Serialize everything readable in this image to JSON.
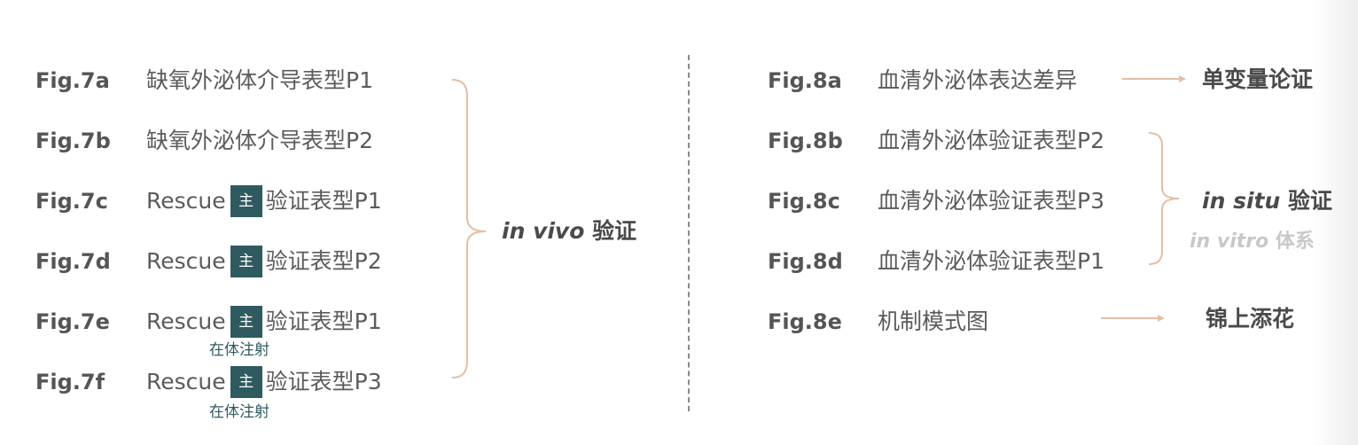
{
  "left": {
    "rows": [
      {
        "fig": "Fig.7a",
        "text": "缺氧外泌体介导表型P1"
      },
      {
        "fig": "Fig.7b",
        "text": "缺氧外泌体介导表型P2"
      },
      {
        "fig": "Fig.7c",
        "prefix": "Rescue",
        "tag": "主",
        "text": "验证表型P1"
      },
      {
        "fig": "Fig.7d",
        "prefix": "Rescue",
        "tag": "主",
        "text": "验证表型P2"
      },
      {
        "fig": "Fig.7e",
        "prefix": "Rescue",
        "tag": "主",
        "text": "验证表型P1",
        "sub": "在体注射"
      },
      {
        "fig": "Fig.7f",
        "prefix": "Rescue",
        "tag": "主",
        "text": "验证表型P3",
        "sub": "在体注射"
      }
    ],
    "conclusion": {
      "italic": "in vivo",
      "text": "验证"
    }
  },
  "right": {
    "rows": [
      {
        "fig": "Fig.8a",
        "text": "血清外泌体表达差异"
      },
      {
        "fig": "Fig.8b",
        "text": "血清外泌体验证表型P2"
      },
      {
        "fig": "Fig.8c",
        "text": "血清外泌体验证表型P3"
      },
      {
        "fig": "Fig.8d",
        "text": "血清外泌体验证表型P1"
      },
      {
        "fig": "Fig.8e",
        "text": "机制模式图"
      }
    ],
    "conclusion_8a": "单变量论证",
    "conclusion_8bcd": {
      "italic": "in situ",
      "text": "验证"
    },
    "conclusion_8bcd_secondary": {
      "italic": "in vitro",
      "text": "体系"
    },
    "conclusion_8e": "锦上添花"
  },
  "colors": {
    "bracket": "#e3bfa7",
    "tag_fill": "#2f5b60",
    "divider": "#8a8a8a",
    "label": "#555555",
    "body_text": "#5b5b5b",
    "muted_text": "#c8c8c8"
  }
}
